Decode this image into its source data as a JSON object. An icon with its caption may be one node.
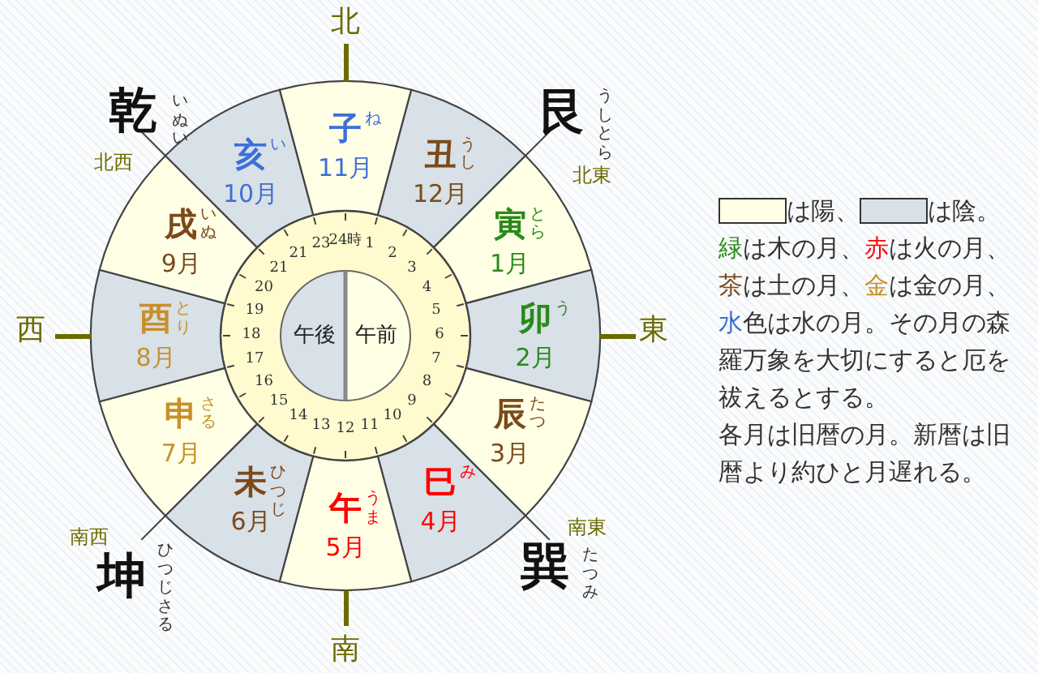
{
  "diagram": {
    "nodes": [
      {
        "text": [
          "子",
          "ね",
          "11月"
        ],
        "beside": [
          "北"
        ]
      },
      {
        "text": [
          "丑",
          "うし",
          "12月"
        ]
      },
      {
        "text": [
          "寅",
          "とら",
          "1月"
        ]
      },
      {
        "text": [
          "卯",
          "う",
          "2月"
        ],
        "beside": [
          "東"
        ]
      },
      {
        "text": [
          "辰",
          "たつ",
          "3月"
        ]
      },
      {
        "text": [
          "巳",
          "み",
          "4月"
        ]
      },
      {
        "text": [
          "午",
          "うま",
          "5月"
        ],
        "beside": [
          "南"
        ]
      },
      {
        "text": [
          "未",
          "ひつじ",
          "6月"
        ]
      },
      {
        "text": [
          "申",
          "さる",
          "7月"
        ]
      },
      {
        "text": [
          "酉",
          "とり",
          "8月"
        ],
        "beside": [
          "西"
        ]
      },
      {
        "text": [
          "戌",
          "いぬ",
          "9月"
        ]
      },
      {
        "text": [
          "亥",
          "い",
          "10月"
        ]
      },
      {
        "text": [
          "午後"
        ]
      },
      {
        "text": [
          "午前"
        ]
      }
    ],
    "labels": [
      "乾",
      "いぬい",
      "北西",
      "艮",
      "うしとら",
      "北東",
      "24時",
      "1",
      "2",
      "3",
      "4",
      "5",
      "6",
      "7",
      "8",
      "9",
      "10",
      "11",
      "12",
      "13",
      "14",
      "15",
      "16",
      "17",
      "18",
      "19",
      "20",
      "21",
      "21",
      "23",
      "南西",
      "坤",
      "ひつじさる",
      "南東",
      "巽",
      "たつみ",
      "緑は木の月、",
      "赤は火の月、",
      "茶は土の月、",
      "金は金の月、",
      "水色は水の月。",
      "その月の森羅万象を大切にすると厄を祓えるとする。",
      "各月は旧暦の月。新暦は旧暦より約ひと月遅れる。"
    ],
    "legend": [
      {
        "text": "は陽、",
        "color": "#ffffe6"
      },
      {
        "text": "は陰。",
        "color": "#d8e0e8"
      }
    ]
  }
}
